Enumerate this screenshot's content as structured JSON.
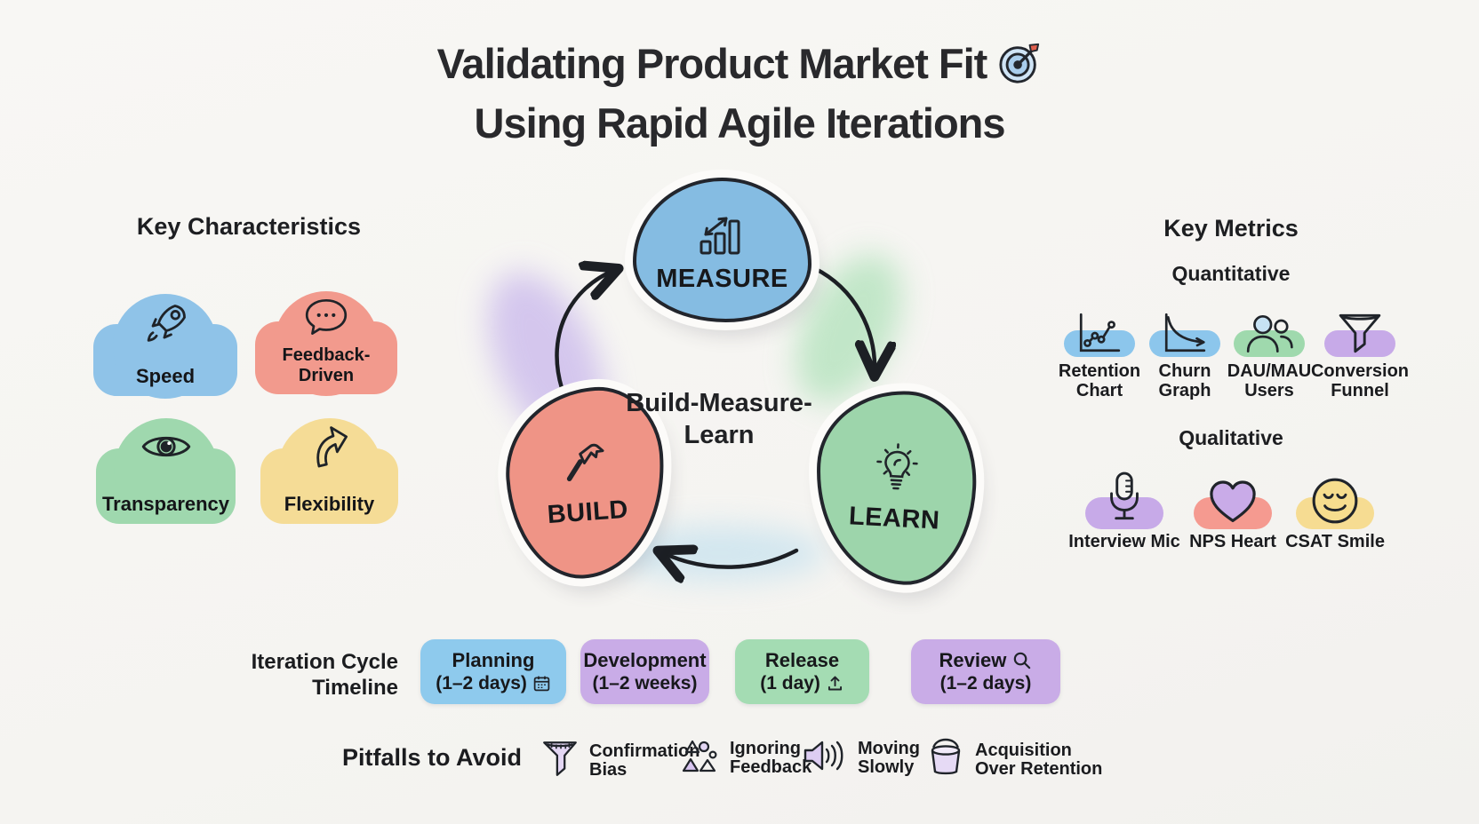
{
  "title": {
    "line1": "Validating Product Market Fit",
    "line2": "Using Rapid Agile Iterations",
    "icon": "target-icon"
  },
  "colors": {
    "background": "#f5f4f1",
    "ink": "#1c1d20",
    "blue": "#8fc3e8",
    "salmon": "#f29a8d",
    "green": "#9fd8ae",
    "yellow": "#f5dc96",
    "purple": "#c9ace7",
    "outline": "#22252c"
  },
  "characteristics": {
    "heading": "Key Characteristics",
    "items": [
      {
        "label": "Speed",
        "icon": "rocket-icon",
        "color": "#8fc3e8"
      },
      {
        "label": "Feedback-Driven",
        "icon": "speech-bubble-icon",
        "color": "#f29a8d"
      },
      {
        "label": "Transparency",
        "icon": "eye-icon",
        "color": "#9fd8ae"
      },
      {
        "label": "Flexibility",
        "icon": "curved-arrow-icon",
        "color": "#f5dc96"
      }
    ]
  },
  "cycle": {
    "center_line1": "Build-Measure-",
    "center_line2": "Learn",
    "nodes": [
      {
        "label": "MEASURE",
        "icon": "bar-chart-arrow-icon",
        "color": "#85bce2"
      },
      {
        "label": "BUILD",
        "icon": "hammer-icon",
        "color": "#ef9486"
      },
      {
        "label": "LEARN",
        "icon": "lightbulb-icon",
        "color": "#9dd5ab"
      }
    ]
  },
  "metrics": {
    "heading": "Key Metrics",
    "quantitative": {
      "heading": "Quantitative",
      "items": [
        {
          "line1": "Retention",
          "line2": "Chart",
          "icon": "retention-chart-icon",
          "pill_color": "#8cc6ec"
        },
        {
          "line1": "Churn",
          "line2": "Graph",
          "icon": "churn-graph-icon",
          "pill_color": "#8cc6ec"
        },
        {
          "line1": "DAU/MAU",
          "line2": "Users",
          "icon": "users-icon",
          "pill_color": "#9fd9ad"
        },
        {
          "line1": "Conversion",
          "line2": "Funnel",
          "icon": "conversion-funnel-icon",
          "pill_color": "#c7aae8"
        }
      ]
    },
    "qualitative": {
      "heading": "Qualitative",
      "items": [
        {
          "label": "Interview Mic",
          "icon": "microphone-icon",
          "pill_color": "#c7abe9"
        },
        {
          "label": "NPS Heart",
          "icon": "heart-icon",
          "pill_color": "#f59a90"
        },
        {
          "label": "CSAT Smile",
          "icon": "smiley-icon",
          "pill_color": "#f6dc92"
        }
      ]
    }
  },
  "timeline": {
    "heading_line1": "Iteration Cycle",
    "heading_line2": "Timeline",
    "phases": [
      {
        "name": "Planning",
        "duration": "(1–2 days)",
        "icon": "calendar-icon",
        "color": "#8ecaed"
      },
      {
        "name": "Development",
        "duration": "(1–2 weeks)",
        "icon": "",
        "color": "#c9ace7"
      },
      {
        "name": "Release",
        "duration": "(1 day)",
        "icon": "upload-icon",
        "color": "#a4dcb3"
      },
      {
        "name": "Review",
        "duration": "(1–2 days)",
        "icon": "magnifier-icon",
        "color": "#c9ace7"
      }
    ]
  },
  "pitfalls": {
    "heading": "Pitfalls to Avoid",
    "items": [
      {
        "line1": "Confirmation",
        "line2": "Bias",
        "icon": "bias-funnel-icon"
      },
      {
        "line1": "Ignoring",
        "line2": "Feedback",
        "icon": "scattered-shapes-icon"
      },
      {
        "line1": "Moving",
        "line2": "Slowly",
        "icon": "speaker-icon"
      },
      {
        "line1": "Acquisition",
        "line2": "Over Retention",
        "icon": "bucket-icon"
      }
    ]
  }
}
